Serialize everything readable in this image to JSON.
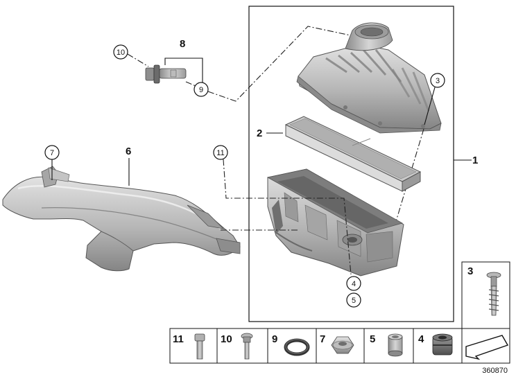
{
  "labels": {
    "l1": "1",
    "l2": "2",
    "l3": "3",
    "l4": "4",
    "l5": "5",
    "l6": "6",
    "l7": "7",
    "l8": "8",
    "l9": "9",
    "l10": "10",
    "l11": "11"
  },
  "legend": {
    "p11": "11",
    "p10": "10",
    "p9": "9",
    "p7": "7",
    "p5": "5",
    "p4": "4",
    "p3": "3"
  },
  "reference_number": "360870",
  "colors": {
    "part_fill": "#b9b9b9",
    "part_dark": "#7d7d7d",
    "part_light": "#dedede",
    "line": "#111111"
  }
}
